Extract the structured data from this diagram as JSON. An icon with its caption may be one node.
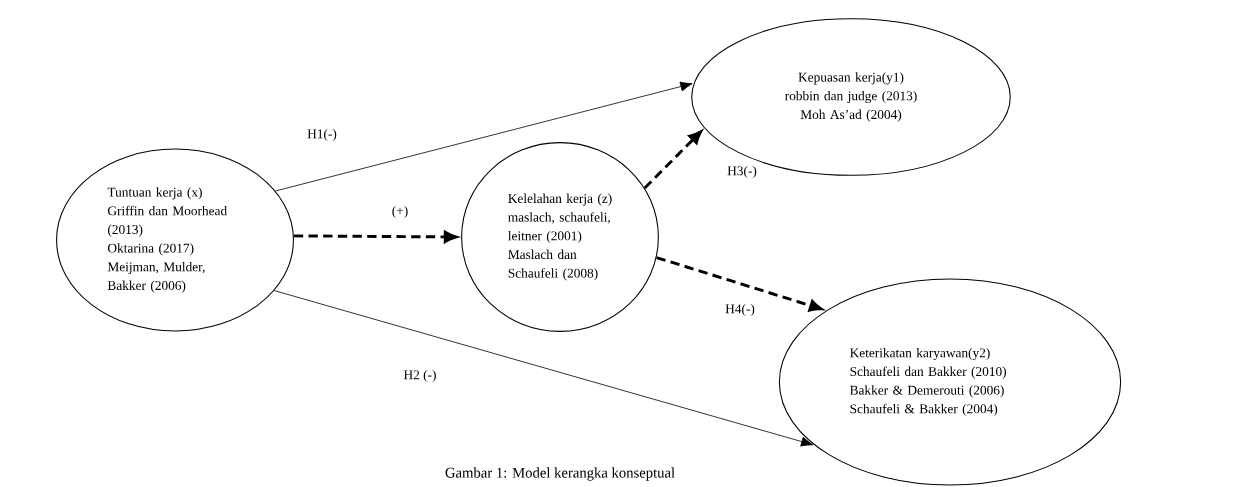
{
  "diagram": {
    "caption": "Gambar 1: Model kerangka konseptual",
    "nodes": [
      {
        "text": [
          "Tuntuan kerja (x)",
          "Griffin dan Moorhead (2013)",
          "Oktarina (2017)",
          "Meijman, Mulder, Bakker (2006)"
        ]
      },
      {
        "text": [
          "Kelelahan kerja (z)",
          "maslach, schaufeli, leitner (2001)",
          "Maslach dan Schaufeli (2008)"
        ]
      },
      {
        "text": [
          "Kepuasan kerja(y1) robbin dan judge (2013)",
          "Moh As’ad (2004)"
        ]
      },
      {
        "text": [
          "Keterikatan karyawan(y2)",
          "Schaufeli dan Bakker (2010)",
          "Bakker & Demerouti (2006)",
          "Schaufeli & Bakker (2004)"
        ]
      }
    ],
    "edges": [
      {
        "from": 0,
        "to": 2,
        "arrow": "to",
        "label": "H1(-)"
      },
      {
        "from": 0,
        "to": 1,
        "arrow": "to",
        "label": "(+)",
        "style": "dashed"
      },
      {
        "from": 1,
        "to": 2,
        "arrow": "to",
        "label": "H3(-)",
        "style": "dashed"
      },
      {
        "from": 1,
        "to": 3,
        "arrow": "to",
        "label": "H4(-)",
        "style": "dashed"
      },
      {
        "from": 0,
        "to": 3,
        "arrow": "to",
        "label": "H2 (-)"
      }
    ]
  }
}
